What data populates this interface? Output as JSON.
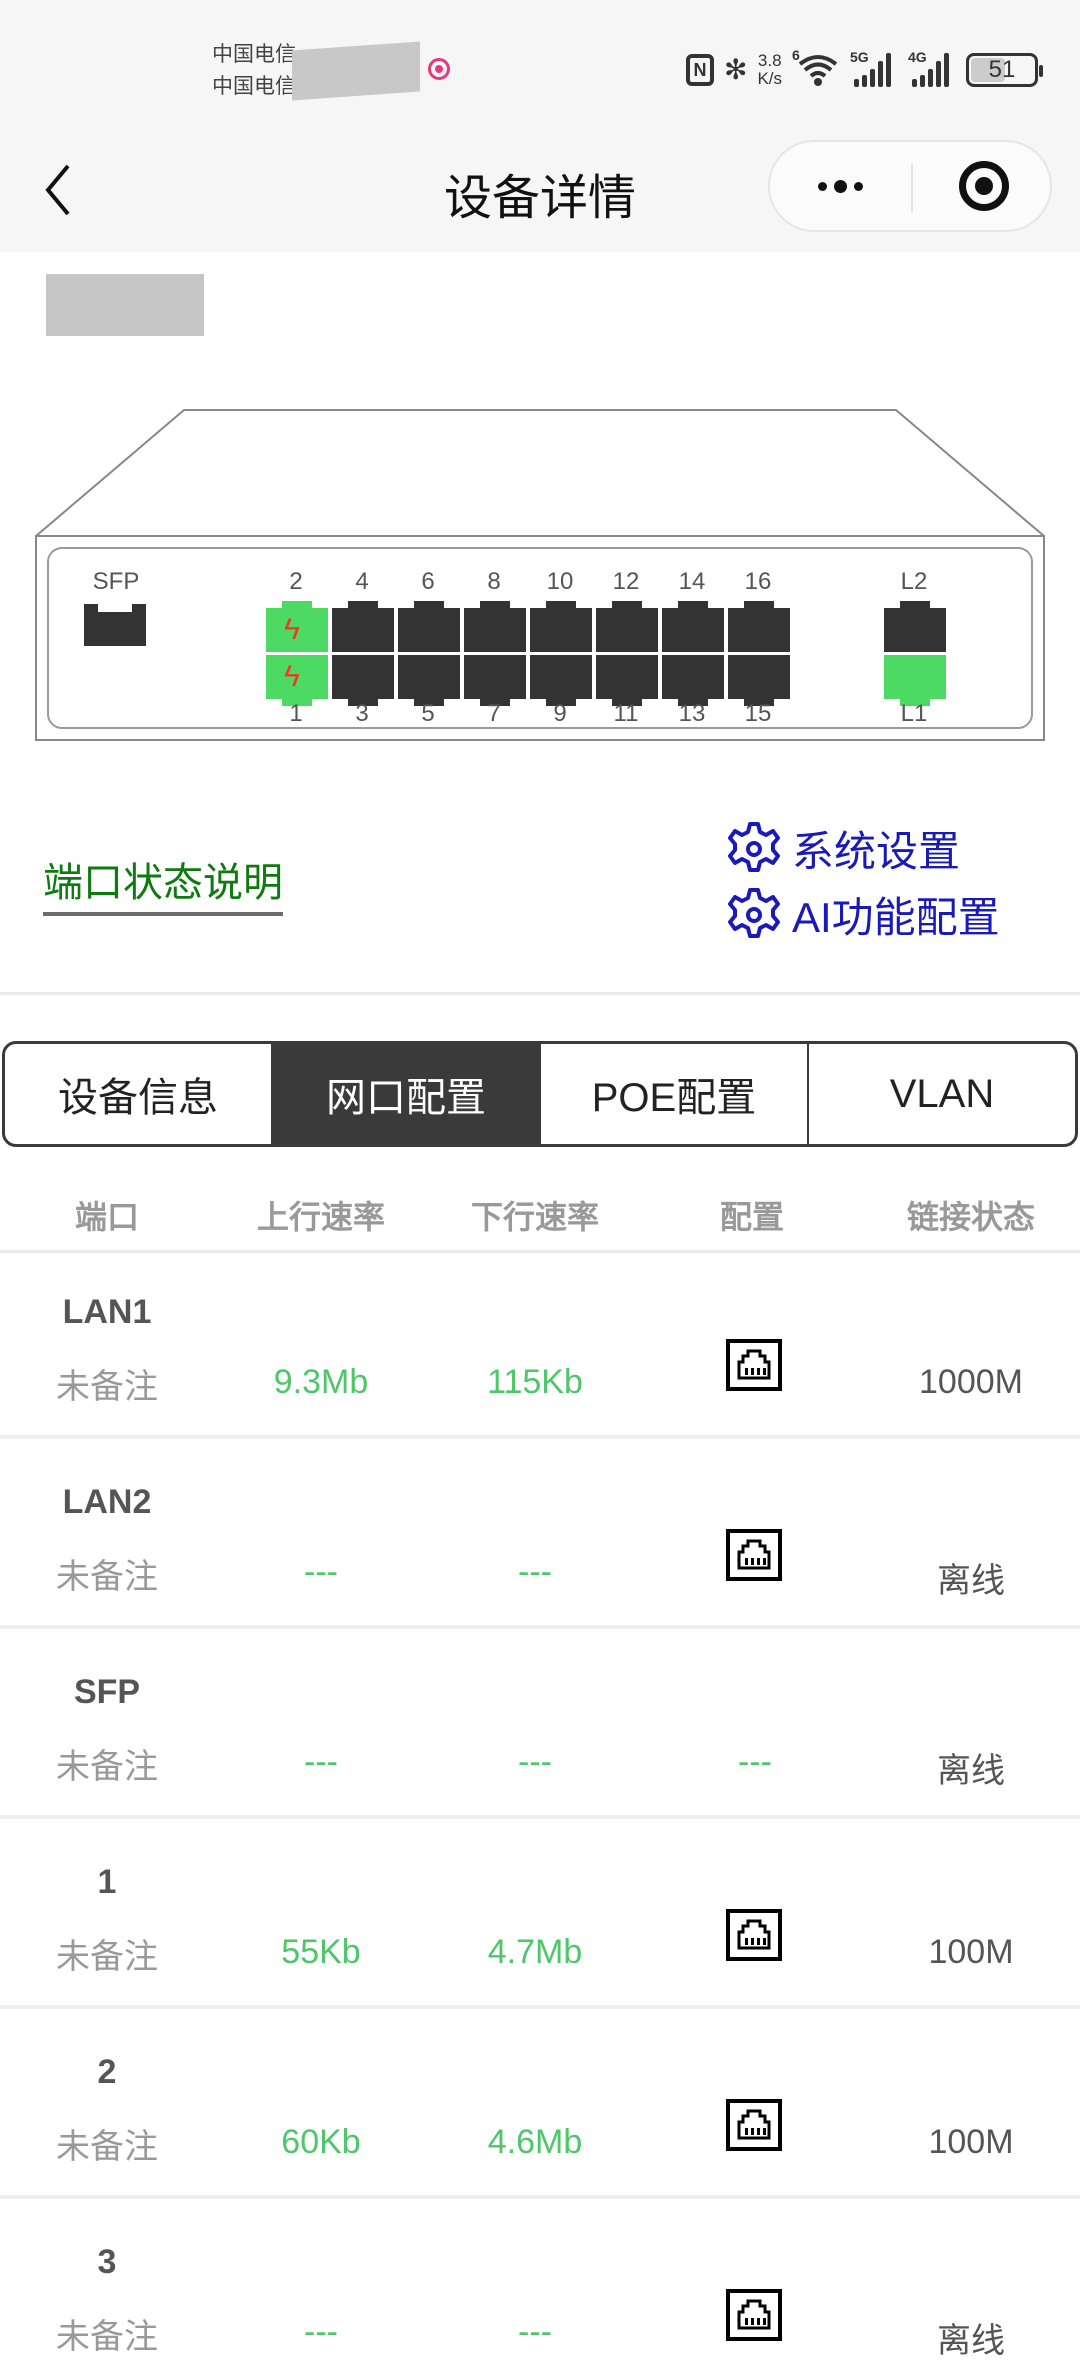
{
  "status_bar": {
    "carrier_1": "中国电信",
    "carrier_2": "中国电信",
    "nfc": "N",
    "bluetooth": "bluetooth-icon",
    "net_speed_value": "3.8",
    "net_speed_unit": "K/s",
    "wifi_label": "6",
    "sig1_label": "5G",
    "sig2_label": "4G",
    "battery": "51"
  },
  "nav": {
    "title": "设备详情",
    "back_icon": "chevron-left-icon",
    "more_icon": "more-icon",
    "close_icon": "target-icon"
  },
  "device_panel": {
    "sfp_label": "SFP",
    "top_labels": [
      "2",
      "4",
      "6",
      "8",
      "10",
      "12",
      "14",
      "16"
    ],
    "bottom_labels": [
      "1",
      "3",
      "5",
      "7",
      "9",
      "11",
      "13",
      "15"
    ],
    "uplink_top": "L2",
    "uplink_bottom": "L1",
    "active_ports": [
      "1",
      "2",
      "L1"
    ],
    "poe_ports": [
      "1",
      "2"
    ],
    "colors": {
      "active": "#4cd964",
      "inactive": "#333333",
      "poe_bolt": "#f03a1e"
    }
  },
  "links": {
    "port_status_legend": "端口状态说明",
    "system_settings": "系统设置",
    "ai_config": "AI功能配置"
  },
  "tabs": [
    {
      "label": "设备信息",
      "active": false
    },
    {
      "label": "网口配置",
      "active": true
    },
    {
      "label": "POE配置",
      "active": false
    },
    {
      "label": "VLAN",
      "active": false
    }
  ],
  "table": {
    "headers": [
      "端口",
      "上行速率",
      "下行速率",
      "配置",
      "链接状态"
    ],
    "rows": [
      {
        "port": "LAN1",
        "remark": "未备注",
        "up": "9.3Mb",
        "down": "115Kb",
        "config": "rj45-icon",
        "state": "1000M"
      },
      {
        "port": "LAN2",
        "remark": "未备注",
        "up": "---",
        "down": "---",
        "config": "rj45-icon",
        "state": "离线"
      },
      {
        "port": "SFP",
        "remark": "未备注",
        "up": "---",
        "down": "---",
        "config": "---",
        "state": "离线"
      },
      {
        "port": "1",
        "remark": "未备注",
        "up": "55Kb",
        "down": "4.7Mb",
        "config": "rj45-icon",
        "state": "100M"
      },
      {
        "port": "2",
        "remark": "未备注",
        "up": "60Kb",
        "down": "4.6Mb",
        "config": "rj45-icon",
        "state": "100M"
      },
      {
        "port": "3",
        "remark": "未备注",
        "up": "---",
        "down": "---",
        "config": "rj45-icon",
        "state": "离线"
      }
    ]
  }
}
